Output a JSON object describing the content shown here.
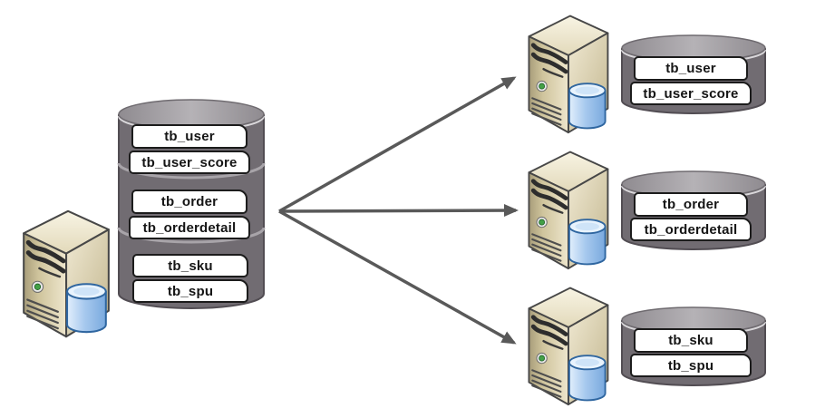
{
  "source": {
    "segments": [
      {
        "tables": [
          "tb_user",
          "tb_user_score"
        ]
      },
      {
        "tables": [
          "tb_order",
          "tb_orderdetail"
        ]
      },
      {
        "tables": [
          "tb_sku",
          "tb_spu"
        ]
      }
    ]
  },
  "targets": [
    {
      "tables": [
        "tb_user",
        "tb_user_score"
      ]
    },
    {
      "tables": [
        "tb_order",
        "tb_orderdetail"
      ]
    },
    {
      "tables": [
        "tb_sku",
        "tb_spu"
      ]
    }
  ],
  "icons": {
    "server": "server-tower-icon",
    "database": "database-cylinder-icon",
    "disk": "blue-disk-icon",
    "arrow": "fan-out-arrow"
  },
  "colors": {
    "db_body": "#716c72",
    "db_top": "#a9a6aa",
    "arrow": "#595959",
    "label_bg": "#ffffff",
    "label_border": "#1c1c1c",
    "server_face": "#d9cfa9",
    "disk_blue": "#a7c9ee",
    "background": "#ffffff"
  }
}
